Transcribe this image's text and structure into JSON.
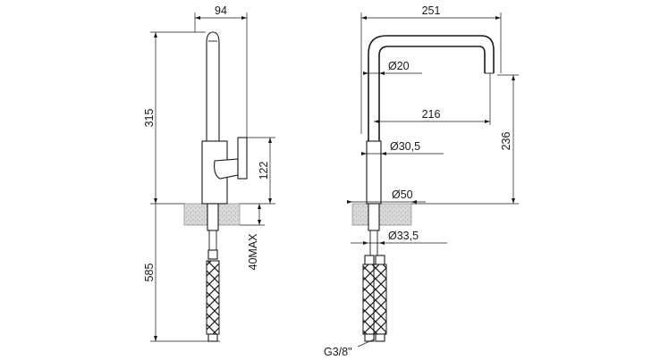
{
  "dimensions": {
    "side_width": "94",
    "side_height_above": "315",
    "side_height_below": "585",
    "lever_height": "122",
    "counter_max": "40MAX",
    "front_reach": "251",
    "spout_diameter": "Ø20",
    "spout_reach": "216",
    "body_diameter": "Ø30,5",
    "base_diameter": "Ø50",
    "shank_diameter": "Ø33,5",
    "spout_height": "236",
    "hose_thread": "G3/8\""
  }
}
